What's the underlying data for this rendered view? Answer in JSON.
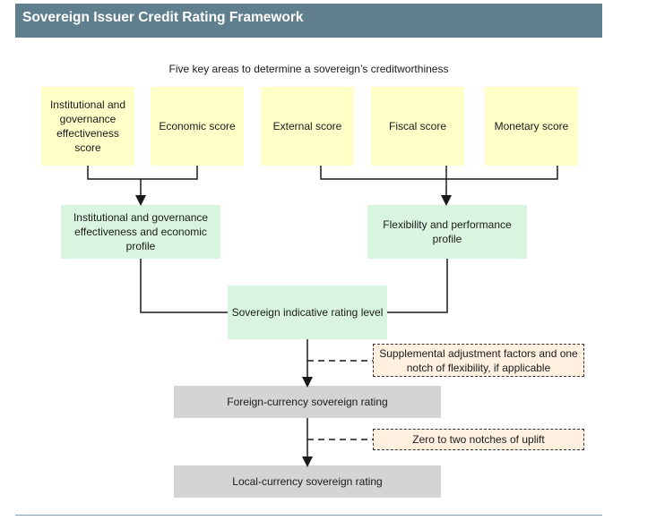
{
  "header": {
    "title": "Sovereign Issuer Credit Rating Framework"
  },
  "subtitle": "Five key areas to determine a sovereign’s creditworthiness",
  "scores": {
    "institutional": "Institutional and governance effectiveness score",
    "economic": "Economic score",
    "external": "External score",
    "fiscal": "Fiscal score",
    "monetary": "Monetary score"
  },
  "profiles": {
    "institutional_economic": "Institutional and governance effectiveness and economic profile",
    "flexibility_performance": "Flexibility and performance profile"
  },
  "indicative": "Sovereign indicative rating level",
  "adjustments": {
    "supplemental": "Supplemental adjustment factors and one notch of flexibility, if applicable",
    "uplift": "Zero to two notches of uplift"
  },
  "ratings": {
    "foreign": "Foreign-currency sovereign rating",
    "local": "Local-currency sovereign rating"
  },
  "colors": {
    "header": "#5f7f8f",
    "score_fill": "#ffffc8",
    "profile_fill": "#d9f5df",
    "rating_fill": "#d4d4d4",
    "adjustment_fill": "#fff0e0"
  }
}
